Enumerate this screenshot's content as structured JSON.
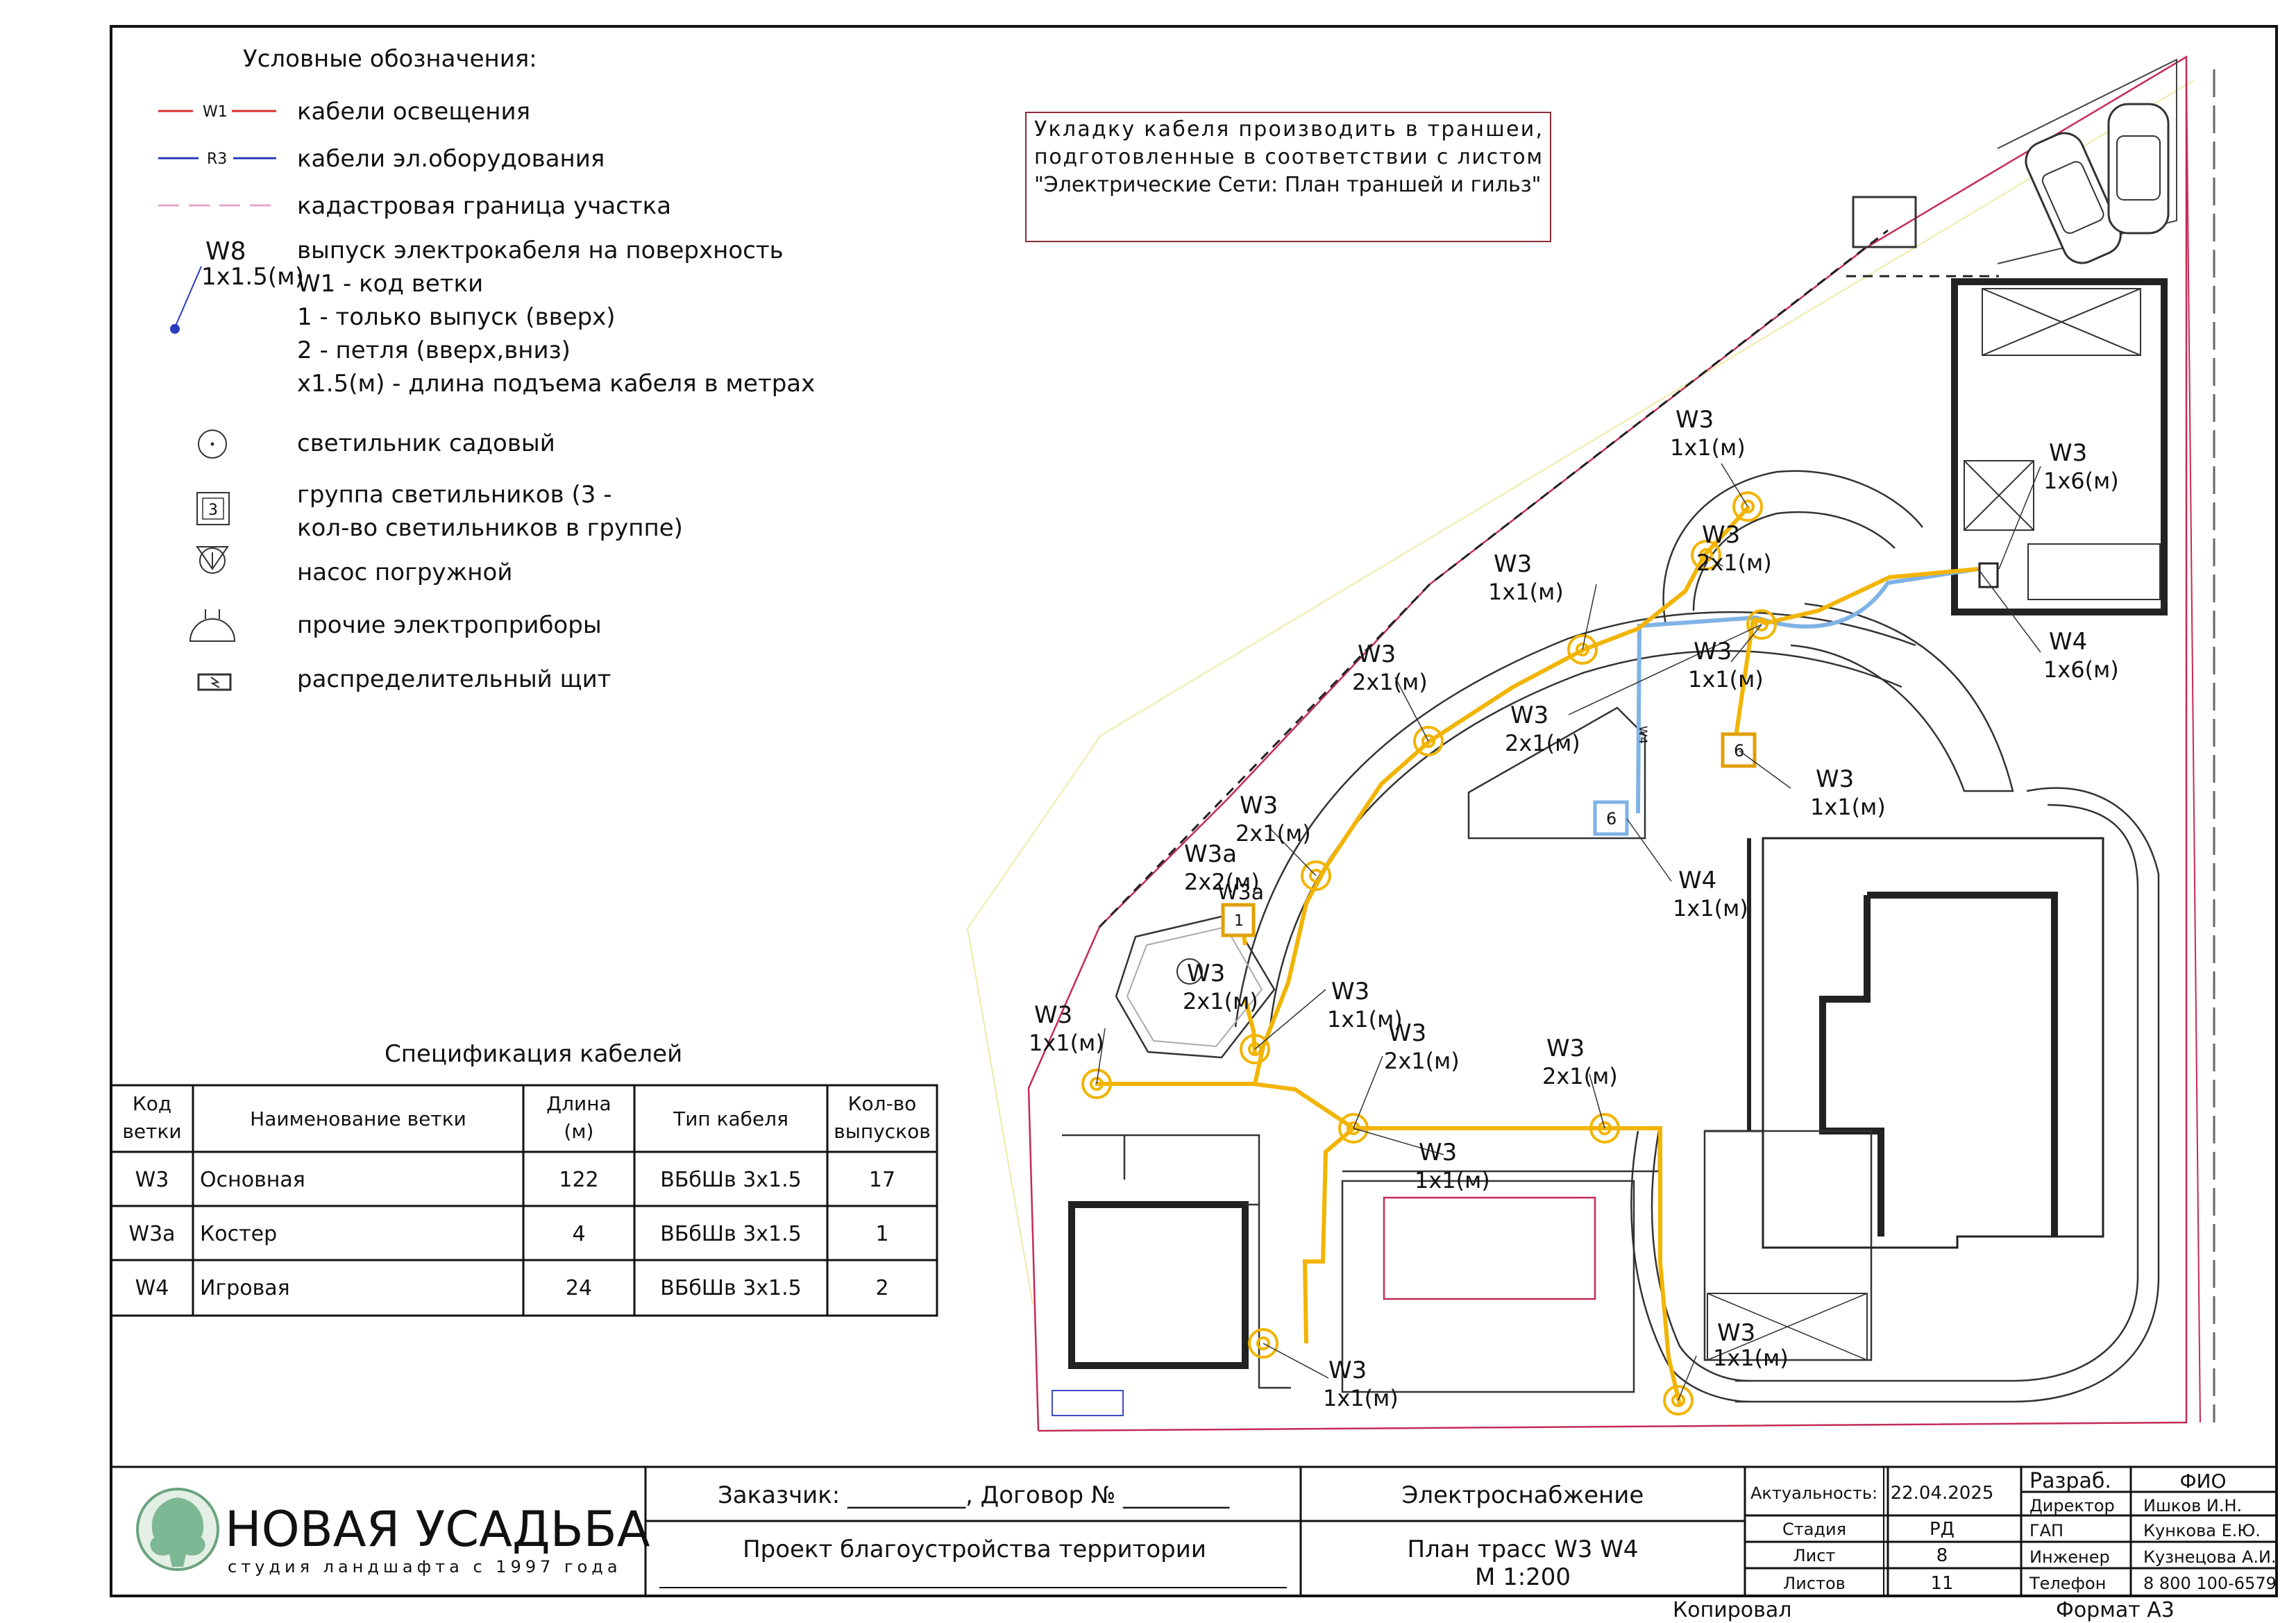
{
  "legend": {
    "title": "Условные обозначения:",
    "items": [
      {
        "sample": "W1",
        "text": "кабели освещения",
        "color": "#d62d2d"
      },
      {
        "sample": "R3",
        "text": "кабели эл.оборудования",
        "color": "#2a3bbf"
      },
      {
        "sample": "",
        "text": "кадастровая граница участка",
        "color": "#e6a6cf"
      }
    ],
    "outlet_code": "W8",
    "outlet_length": "1x1.5(м)",
    "outlet_lines": [
      "выпуск электрокабеля на поверхность",
      "W1 - код ветки",
      "1 - только выпуск (вверх)",
      "2 - петля (вверх,вниз)",
      "x1.5(м) - длина подъема кабеля в метрах"
    ],
    "symbol_garden_lamp": "светильник садовый",
    "group_number": "3",
    "symbol_group_line1": "группа светильников (3 -",
    "symbol_group_line2": "кол-во светильников в группе)",
    "symbol_pump": "насос погружной",
    "symbol_other": "прочие электроприборы",
    "symbol_panel": "распределительный щит"
  },
  "note": [
    "Укладку кабеля производить в траншеи,",
    "подготовленные в соответствии с листом",
    "\"Электрические Сети: План траншей и гильз\""
  ],
  "spec": {
    "title": "Спецификация кабелей",
    "headers": [
      [
        "Код",
        "ветки"
      ],
      [
        "Наименование ветки"
      ],
      [
        "Длина",
        "(м)"
      ],
      [
        "Тип кабеля"
      ],
      [
        "Кол-во",
        "выпусков"
      ]
    ],
    "rows": [
      {
        "code": "W3",
        "name": "Основная",
        "length": "122",
        "type": "ВБбШв 3х1.5",
        "count": "17"
      },
      {
        "code": "W3a",
        "name": "Костер",
        "length": "4",
        "type": "ВБбШв 3х1.5",
        "count": "1"
      },
      {
        "code": "W4",
        "name": "Игровая",
        "length": "24",
        "type": "ВБбШв 3х1.5",
        "count": "2"
      }
    ]
  },
  "plan_labels": [
    {
      "code": "W3",
      "len": "1x1(м)"
    },
    {
      "code": "W3",
      "len": "1x6(м)"
    },
    {
      "code": "W3",
      "len": "2x1(м)"
    },
    {
      "code": "W3",
      "len": "1x1(м)"
    },
    {
      "code": "W3",
      "len": "2x1(м)"
    },
    {
      "code": "W3",
      "len": "1x1(м)"
    },
    {
      "code": "W3",
      "len": "2x1(м)"
    },
    {
      "code": "W3",
      "len": "1x1(м)"
    },
    {
      "code": "W3",
      "len": "2x1(м)"
    },
    {
      "code": "W3a",
      "len": "2x2(м)"
    },
    {
      "code": "W3",
      "len": "2x1(м)"
    },
    {
      "code": "W3",
      "len": "1x1(м)"
    },
    {
      "code": "W3",
      "len": "1x1(м)"
    },
    {
      "code": "W3",
      "len": "2x1(м)"
    },
    {
      "code": "W3",
      "len": "2x1(м)"
    },
    {
      "code": "W3",
      "len": "1x1(м)"
    },
    {
      "code": "W3",
      "len": "1x1(м)"
    },
    {
      "code": "W3",
      "len": "1x1(м)"
    },
    {
      "code": "W4",
      "len": "1x6(м)"
    },
    {
      "code": "W4",
      "len": "1x1(м)"
    }
  ],
  "plan_markers": {
    "w3a_tag": "W3a",
    "group_w3_count": "6",
    "group_w4_count": "6",
    "group_w3a_count": "1",
    "w4_tag": "W4"
  },
  "title_block": {
    "logo_name": "НОВАЯ УСАДЬБА",
    "logo_tagline": "студия ландшафта с 1997 года",
    "customer": "Заказчик: __________, Договор № _________",
    "project": "Проект благоустройства территории",
    "section": "Электроснабжение",
    "sheet_title": "План трасс W3 W4",
    "scale": "М 1:200",
    "relevance_label": "Актуальность:",
    "relevance_date": "22.04.2025",
    "stage_label": "Стадия",
    "stage_value": "РД",
    "sheet_label": "Лист",
    "sheet_value": "8",
    "sheets_label": "Листов",
    "sheets_value": "11",
    "roles": [
      "Разраб.",
      "Директор",
      "ГАП",
      "Инженер",
      "Телефон"
    ],
    "names_header": "ФИО",
    "names": [
      "Ишков И.Н.",
      "Кункова Е.Ю.",
      "Кузнецова А.И.",
      "8 800 100-6579"
    ],
    "copied": "Копировал",
    "format": "Формат А3"
  },
  "colors": {
    "w3": "#f2b400",
    "w4": "#7fb3e6",
    "boundary": "#c42b55",
    "frame": "#111111"
  }
}
